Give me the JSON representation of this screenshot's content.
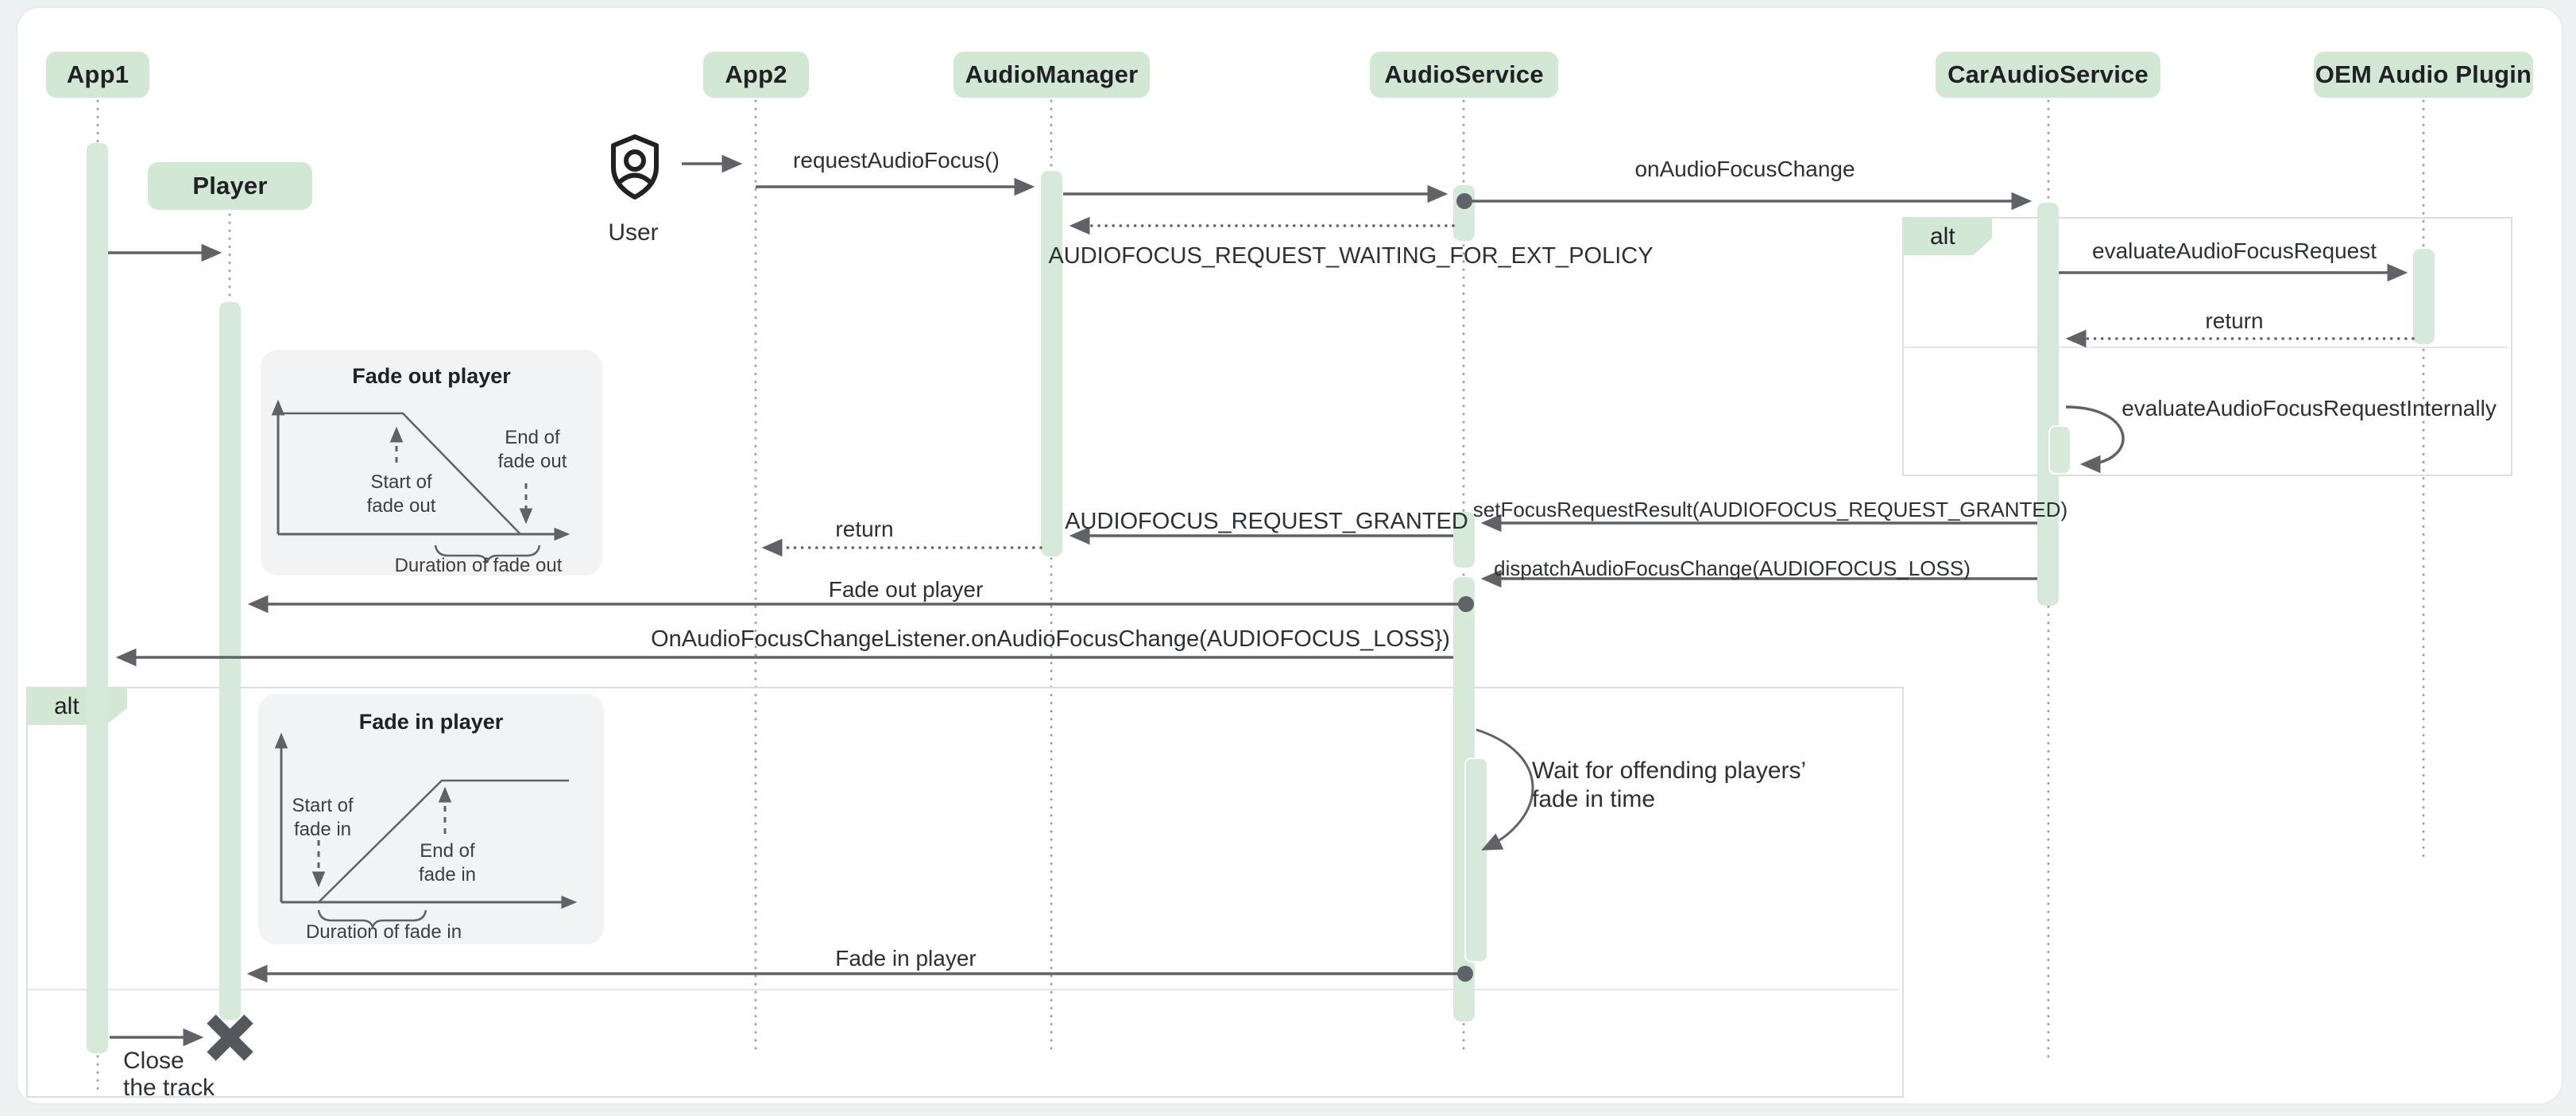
{
  "diagram": {
    "participants": [
      {
        "id": "app1",
        "label": "App1"
      },
      {
        "id": "player",
        "label": "Player"
      },
      {
        "id": "app2",
        "label": "App2"
      },
      {
        "id": "audiomanager",
        "label": "AudioManager"
      },
      {
        "id": "audioservice",
        "label": "AudioService"
      },
      {
        "id": "caraudioservice",
        "label": "CarAudioService"
      },
      {
        "id": "oem",
        "label": "OEM Audio Plugin"
      }
    ],
    "actor": {
      "label": "User"
    },
    "fragments": [
      {
        "label": "alt"
      },
      {
        "label": "alt"
      }
    ],
    "messages": [
      {
        "label": "requestAudioFocus()"
      },
      {
        "label": "onAudioFocusChange"
      },
      {
        "label": "AUDIOFOCUS_REQUEST_WAITING_FOR_EXT_POLICY"
      },
      {
        "label": "evaluateAudioFocusRequest"
      },
      {
        "label": "return"
      },
      {
        "label": "evaluateAudioFocusRequestInternally"
      },
      {
        "label": "setFocusRequestResult(AUDIOFOCUS_REQUEST_GRANTED)"
      },
      {
        "label": "AUDIOFOCUS_REQUEST_GRANTED"
      },
      {
        "label": "return"
      },
      {
        "label": "dispatchAudioFocusChange(AUDIOFOCUS_LOSS)"
      },
      {
        "label": "Fade out player"
      },
      {
        "label": "OnAudioFocusChangeListener.onAudioFocusChange(AUDIOFOCUS_LOSS})"
      },
      {
        "label": "Fade in player"
      }
    ],
    "notes": {
      "wait": "Wait for offending players’\nfade in time",
      "close": "Close\nthe track"
    },
    "charts": [
      {
        "title": "Fade out player",
        "start": "Start of\nfade out",
        "end": "End of\nfade out",
        "duration": "Duration of fade out"
      },
      {
        "title": "Fade in player",
        "start": "Start of\nfade in",
        "end": "End of\nfade in",
        "duration": "Duration of fade in"
      }
    ],
    "colors": {
      "participant_fill": "#d3e7d5",
      "activation_fill": "#d7e9d8",
      "arrow": "#5f6368",
      "chart_bg": "#f1f3f4",
      "text": "#2d3134"
    }
  }
}
